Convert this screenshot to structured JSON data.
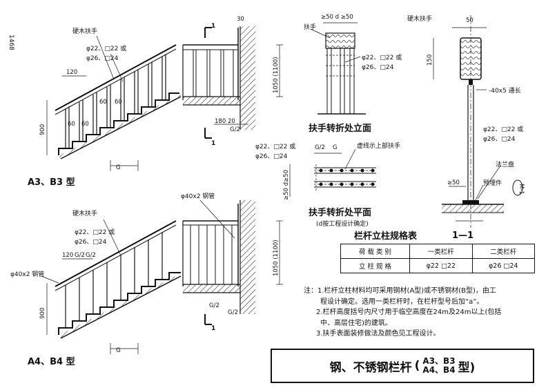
{
  "page_number": "1468",
  "panel_a3": {
    "label_handrail": "硬木扶手",
    "label_post_a": "φ22、□22 或",
    "label_post_b": "φ26、□24",
    "dim_120": "120",
    "dim_60a": "60",
    "dim_60b": "60",
    "dim_60c": "60",
    "dim_60d": "60",
    "dim_900": "900",
    "dim_g": "G",
    "type_label": "A3、B3 型"
  },
  "section_top": {
    "marker": "1",
    "dim_30": "30",
    "dim_height": "1050 (1100)",
    "dim_180": "180",
    "dim_20": "20",
    "dim_g2": "G/2"
  },
  "panel_a4": {
    "label_handrail": "硬木扶手",
    "label_post_a": "φ22、□22 或",
    "label_post_b": "φ26、□24",
    "label_steel": "φ40x2 钢管",
    "dim_120": "120",
    "dim_g2a": "G/2",
    "dim_g2b": "G/2",
    "dim_900": "900",
    "dim_g": "G",
    "type_label": "A4、B4 型"
  },
  "section_bottom": {
    "marker": "1",
    "label_steel": "φ40x2 钢管",
    "dim_height": "1050 (1100)",
    "dim_g2a": "G/2",
    "dim_g2b": "G/2"
  },
  "turn_elevation": {
    "label_handrail": "扶手",
    "dim_top": "≥50  d ≥50",
    "label_post_a": "φ22、□22 或",
    "label_post_b": "φ26、□24",
    "title": "扶手转折处立面"
  },
  "turn_plan": {
    "label_post_a": "φ22、□22 或",
    "label_post_b": "φ26、□24",
    "dim_g2": "G/2",
    "dim_g": "G",
    "label_dashed": "虚线示上部扶手",
    "dim_left": "≥50 d≥50",
    "title": "扶手转折处平面",
    "subtitle": "(d按工程设计确定)"
  },
  "section_11": {
    "label_handrail": "硬木扶手",
    "dim_50": "50",
    "dim_150": "150",
    "label_flat": "-40x5 通长",
    "label_post_a": "φ22、□22 或",
    "label_post_b": "φ26、□24",
    "label_flange": "法兰盘",
    "label_embed": "预埋件",
    "dim_ge50": "≥50",
    "embed_code": "M-1",
    "title": "1—1"
  },
  "spec_table": {
    "title": "栏杆立柱规格表",
    "headers": [
      "荷 载 类 别",
      "一类栏杆",
      "二类栏杆"
    ],
    "row_label": "立 柱 规 格",
    "row_values": [
      "φ22  □22",
      "φ26  □24"
    ]
  },
  "notes": {
    "prefix": "注：",
    "lines": [
      "1.栏杆立柱材料均可采用钢材(A型)或不锈钢材(B型)，由工",
      "程设计确定。选用一类栏杆时，在栏杆型号后加“a”。",
      "2.栏杆高度括号内尺寸用于临空高度在24m及24m以上(包括",
      "中、高层住宅)的建筑。",
      "3.扶手表面装修做法及颜色见工程设计。"
    ]
  },
  "title_block": {
    "main": "钢、不锈钢栏杆",
    "open": "(",
    "line1": "A3、B3",
    "line2": "A4、B4",
    "close": "型)"
  }
}
